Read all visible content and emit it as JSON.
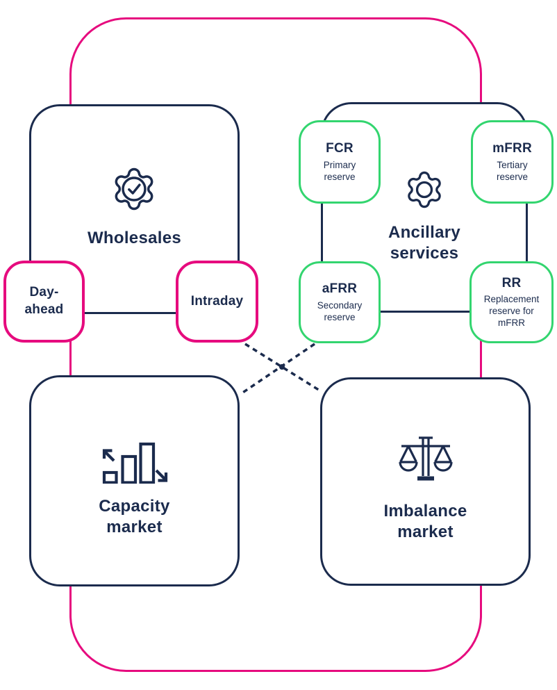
{
  "palette": {
    "navy": "#1b2b4d",
    "pink": "#e60b7e",
    "green": "#33d56f",
    "background": "#ffffff"
  },
  "nodes": {
    "wholesales": {
      "label": "Wholesales",
      "icon": "badge-check-icon"
    },
    "ancillary": {
      "label": "Ancillary\nservices",
      "icon": "gear-icon"
    },
    "capacity": {
      "label": "Capacity\nmarket",
      "icon": "bar-chart-icon"
    },
    "imbalance": {
      "label": "Imbalance\nmarket",
      "icon": "scales-icon"
    },
    "day_ahead": {
      "label": "Day-\nahead"
    },
    "intraday": {
      "label": "Intraday"
    },
    "fcr": {
      "title": "FCR",
      "subtitle": "Primary\nreserve"
    },
    "mfrr": {
      "title": "mFRR",
      "subtitle": "Tertiary\nreserve"
    },
    "afrr": {
      "title": "aFRR",
      "subtitle": "Secondary\nreserve"
    },
    "rr": {
      "title": "RR",
      "subtitle": "Replacement\nreserve for\nmFRR"
    }
  }
}
